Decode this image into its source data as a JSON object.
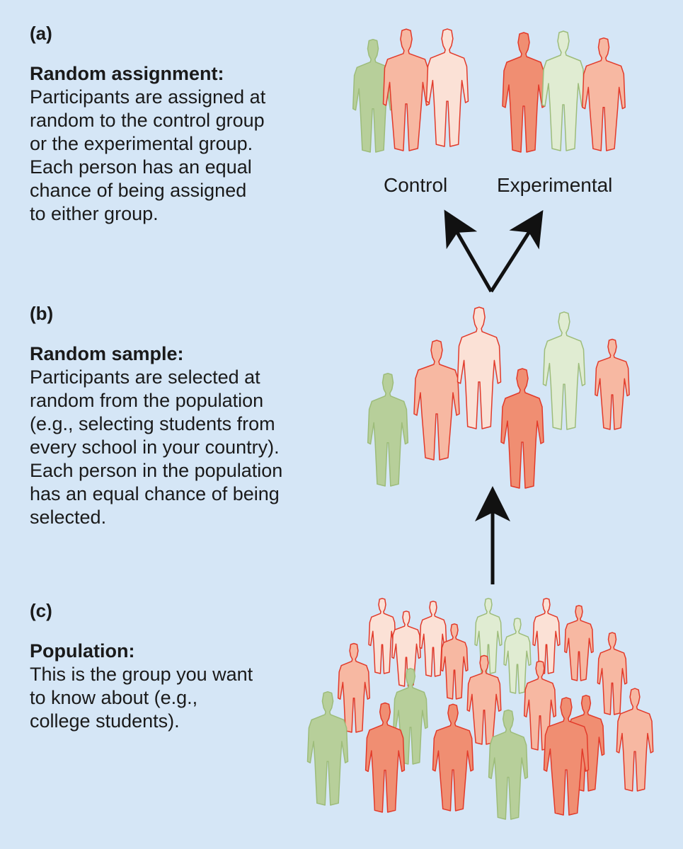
{
  "panels": {
    "a": {
      "letter": "(a)",
      "heading": "Random assignment:",
      "text": "Participants are assigned at\nrandom to the control group\nor the experimental group.\nEach person has an equal\nchance of being assigned\nto either group."
    },
    "b": {
      "letter": "(b)",
      "heading": "Random sample:",
      "text": "Participants are selected at\nrandom from the population\n(e.g., selecting students from\nevery school in your country).\nEach person in the population\nhas an equal chance of being\nselected."
    },
    "c": {
      "letter": "(c)",
      "heading": "Population:",
      "text": "This is the group you want\nto know about (e.g.,\ncollege students)."
    }
  },
  "groups": {
    "control": "Control",
    "experimental": "Experimental"
  },
  "colors": {
    "background": "#d5e6f6",
    "green": "#b7cf9a",
    "green_light": "#e0ecd2",
    "salmon_dark": "#f08e72",
    "salmon": "#f7b8a2",
    "salmon_light": "#fbe1d6",
    "outline_red": "#e23a2a",
    "outline_green": "#9dbc7a",
    "arrow": "#111111"
  }
}
